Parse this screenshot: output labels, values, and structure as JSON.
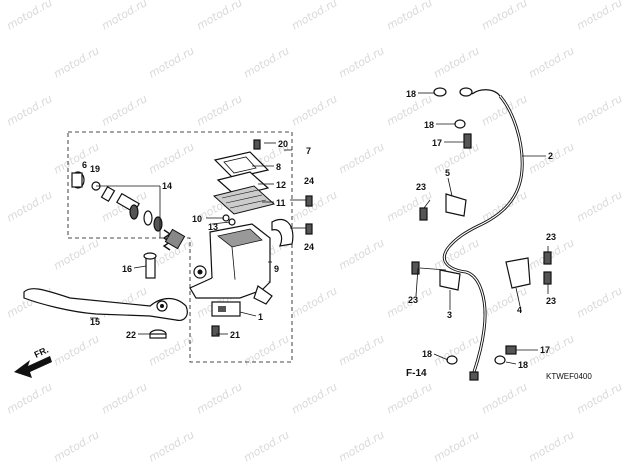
{
  "watermark": "motod.ru",
  "diagram_code": "KTWEF0400",
  "direction": {
    "label": "FR."
  },
  "section_ref": "F-14",
  "callouts": {
    "p1": "1",
    "p2": "2",
    "p3": "3",
    "p4": "4",
    "p5": "5",
    "p6": "6",
    "p7": "7",
    "p8": "8",
    "p9": "9",
    "p10": "10",
    "p11": "11",
    "p12": "12",
    "p13": "13",
    "p14": "14",
    "p15": "15",
    "p16": "16",
    "p17a": "17",
    "p17b": "17",
    "p18a": "18",
    "p18b": "18",
    "p18c": "18",
    "p18d": "18",
    "p19": "19",
    "p20": "20",
    "p21": "21",
    "p22": "22",
    "p23a": "23",
    "p23b": "23",
    "p23c": "23",
    "p23d": "23",
    "p24a": "24",
    "p24b": "24"
  }
}
